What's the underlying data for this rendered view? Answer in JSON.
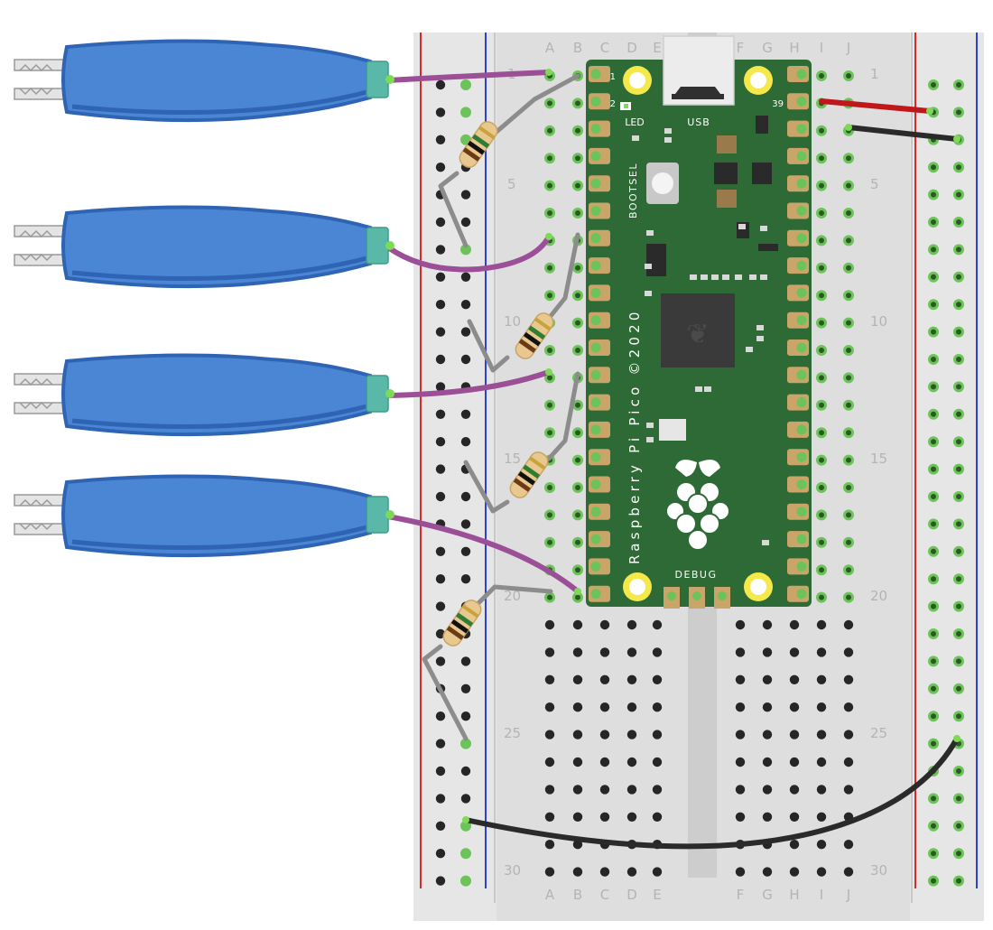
{
  "breadboard": {
    "left_columns": [
      "A",
      "B",
      "C",
      "D",
      "E"
    ],
    "right_columns": [
      "F",
      "G",
      "H",
      "I",
      "J"
    ],
    "row_numbers": [
      "1",
      "5",
      "10",
      "15",
      "20",
      "25",
      "30"
    ]
  },
  "pico": {
    "silkscreen": "Raspberry Pi Pico ©2020",
    "pin_1": "1",
    "pin_2": "2",
    "pin_39": "39",
    "led_label": "LED",
    "usb_label": "USB",
    "bootsel_label": "BOOTSEL",
    "debug_label": "DEBUG"
  },
  "colors": {
    "clip_blue": "#4a86d4",
    "clip_dark": "#2f64b4",
    "pcb_green": "#2d6a36",
    "wire_purple": "#9b4f96",
    "wire_red": "#c0171a",
    "wire_black": "#2a2a2a",
    "rail_red": "#d92a2a",
    "rail_blue": "#2c3fd6"
  }
}
